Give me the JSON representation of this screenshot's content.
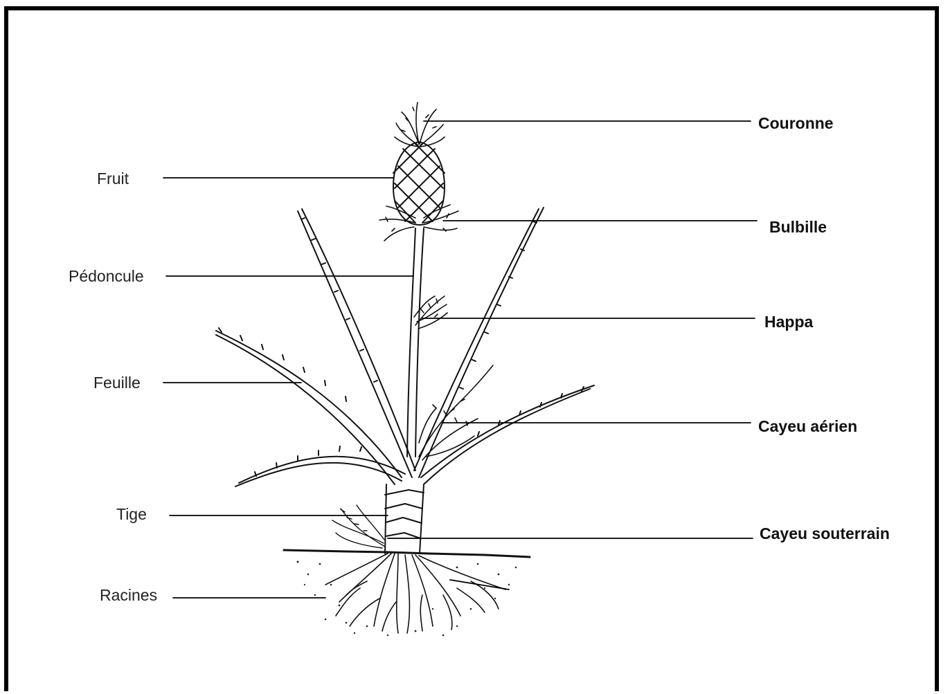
{
  "labels_left": [
    {
      "key": "fruit",
      "text": "Fruit"
    },
    {
      "key": "pedoncule",
      "text": "Pédoncule"
    },
    {
      "key": "feuille",
      "text": "Feuille"
    },
    {
      "key": "tige",
      "text": "Tige"
    },
    {
      "key": "racines",
      "text": "Racines"
    }
  ],
  "labels_right": [
    {
      "key": "couronne",
      "text": "Couronne"
    },
    {
      "key": "bulbille",
      "text": "Bulbille"
    },
    {
      "key": "happa",
      "text": "Happa"
    },
    {
      "key": "cayeu-aerien",
      "text": "Cayeu aérien"
    },
    {
      "key": "cayeu-souterrain",
      "text": "Cayeu souterrain"
    }
  ]
}
